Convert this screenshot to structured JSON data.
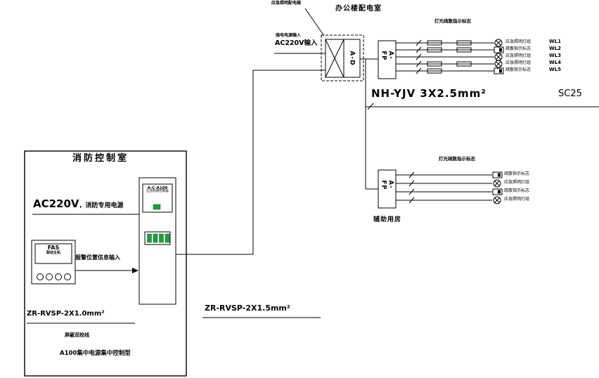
{
  "header": {
    "distribution_room": "办公楼配电室",
    "feeder_box_note": "应急照明配电箱",
    "mains_note": "强电电源输入",
    "mains_input": "AC220V输入",
    "ad": "A-D",
    "afp_top": "A-FP",
    "afp_bottom": "A-FP",
    "top_group_title": "灯光疏散指示标志",
    "bottom_group_title": "灯光疏散指示标志",
    "auxiliary_room": "辅助用房"
  },
  "cables": {
    "main_cable": "NH-YJV 3X2.5mm²",
    "conduit": "SC25",
    "trunk_signal": "ZR-RVSP-2X1.5mm²"
  },
  "circuits_top": [
    {
      "label": "应急照明灯组",
      "id": "WL1"
    },
    {
      "label": "疏散指示标志",
      "id": "WL2"
    },
    {
      "label": "应急照明灯组",
      "id": "WL3"
    },
    {
      "label": "应急照明灯组",
      "id": "WL4"
    },
    {
      "label": "疏散指示标志",
      "id": "WL5"
    }
  ],
  "circuits_bottom": [
    {
      "label": "疏散指示标志"
    },
    {
      "label": "应急照明灯组"
    },
    {
      "label": "疏散指示标志"
    },
    {
      "label": "应急照明灯组"
    }
  ],
  "control_room": {
    "title": "消防控制室",
    "power": "AC220V",
    "power_note": "，消防专用电源",
    "fas_line1": "FAS",
    "fas_line2": "联动主机",
    "controller_line1": "A-C-A100",
    "controller_line2": "应急照明控制器",
    "alarm_input": "报警位置信息输入",
    "local_cable": "ZR-RVSP-2X1.0mm²",
    "shielded_note": "屏蔽双绞线",
    "bottom_note": "A100集中电源集中控制型"
  }
}
